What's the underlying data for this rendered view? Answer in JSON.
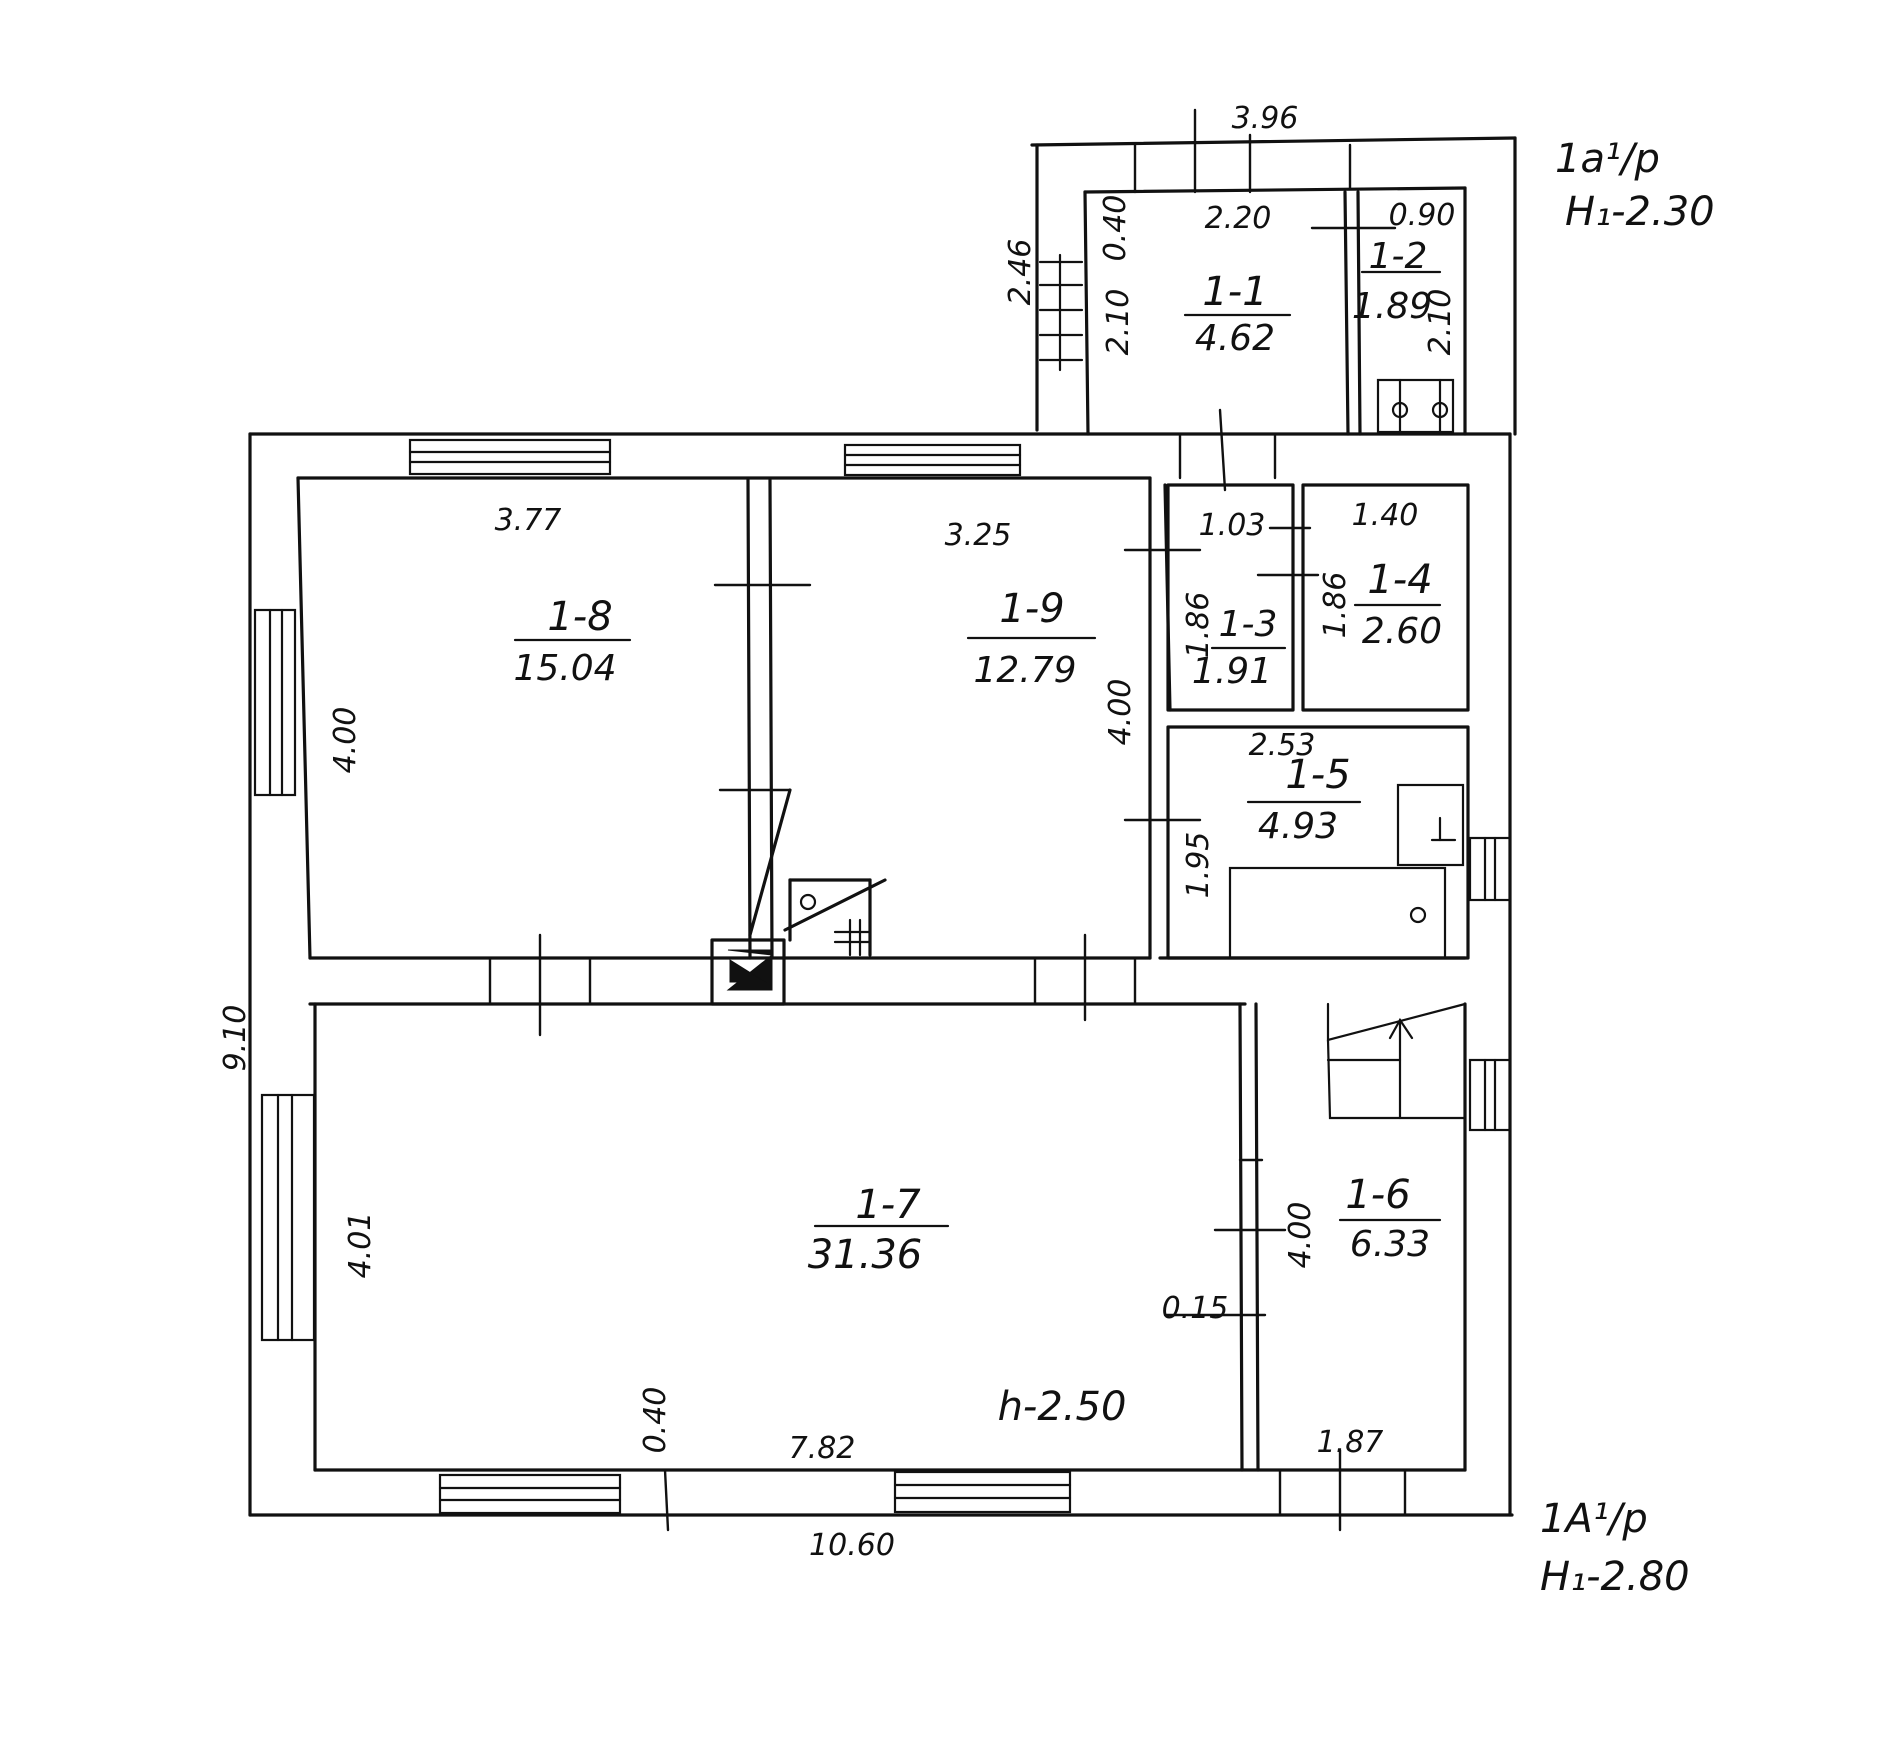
{
  "rooms": [
    {
      "id": "1-1",
      "area": "4.62"
    },
    {
      "id": "1-2",
      "area": "1.89"
    },
    {
      "id": "1-3",
      "area": "1.91"
    },
    {
      "id": "1-4",
      "area": "2.60"
    },
    {
      "id": "1-5",
      "area": "4.93"
    },
    {
      "id": "1-6",
      "area": "6.33"
    },
    {
      "id": "1-7",
      "area": "31.36"
    },
    {
      "id": "1-8",
      "area": "15.04"
    },
    {
      "id": "1-9",
      "area": "12.79"
    }
  ],
  "dimensions": {
    "d396": "3.96",
    "d220": "2.20",
    "d090": "0.90",
    "d246": "2.46",
    "d210a": "2.10",
    "d040a": "0.40",
    "d210b": "2.10",
    "d377": "3.77",
    "d325": "3.25",
    "d103": "1.03",
    "d140": "1.40",
    "d186a": "1.86",
    "d186b": "1.86",
    "d253": "2.53",
    "d195": "1.95",
    "d400a": "4.00",
    "d400b": "4.00",
    "d400c": "4.00",
    "d401": "4.01",
    "d910": "9.10",
    "d015": "0.15",
    "d040b": "0.40",
    "d782": "7.82",
    "d187": "1.87",
    "d1060": "10.60"
  },
  "ceiling_height": "h-2.50",
  "annotations": {
    "top_code": "1a¹/p",
    "top_height": "H₁-2.30",
    "bottom_code": "1A¹/p",
    "bottom_height": "H₁-2.80"
  }
}
